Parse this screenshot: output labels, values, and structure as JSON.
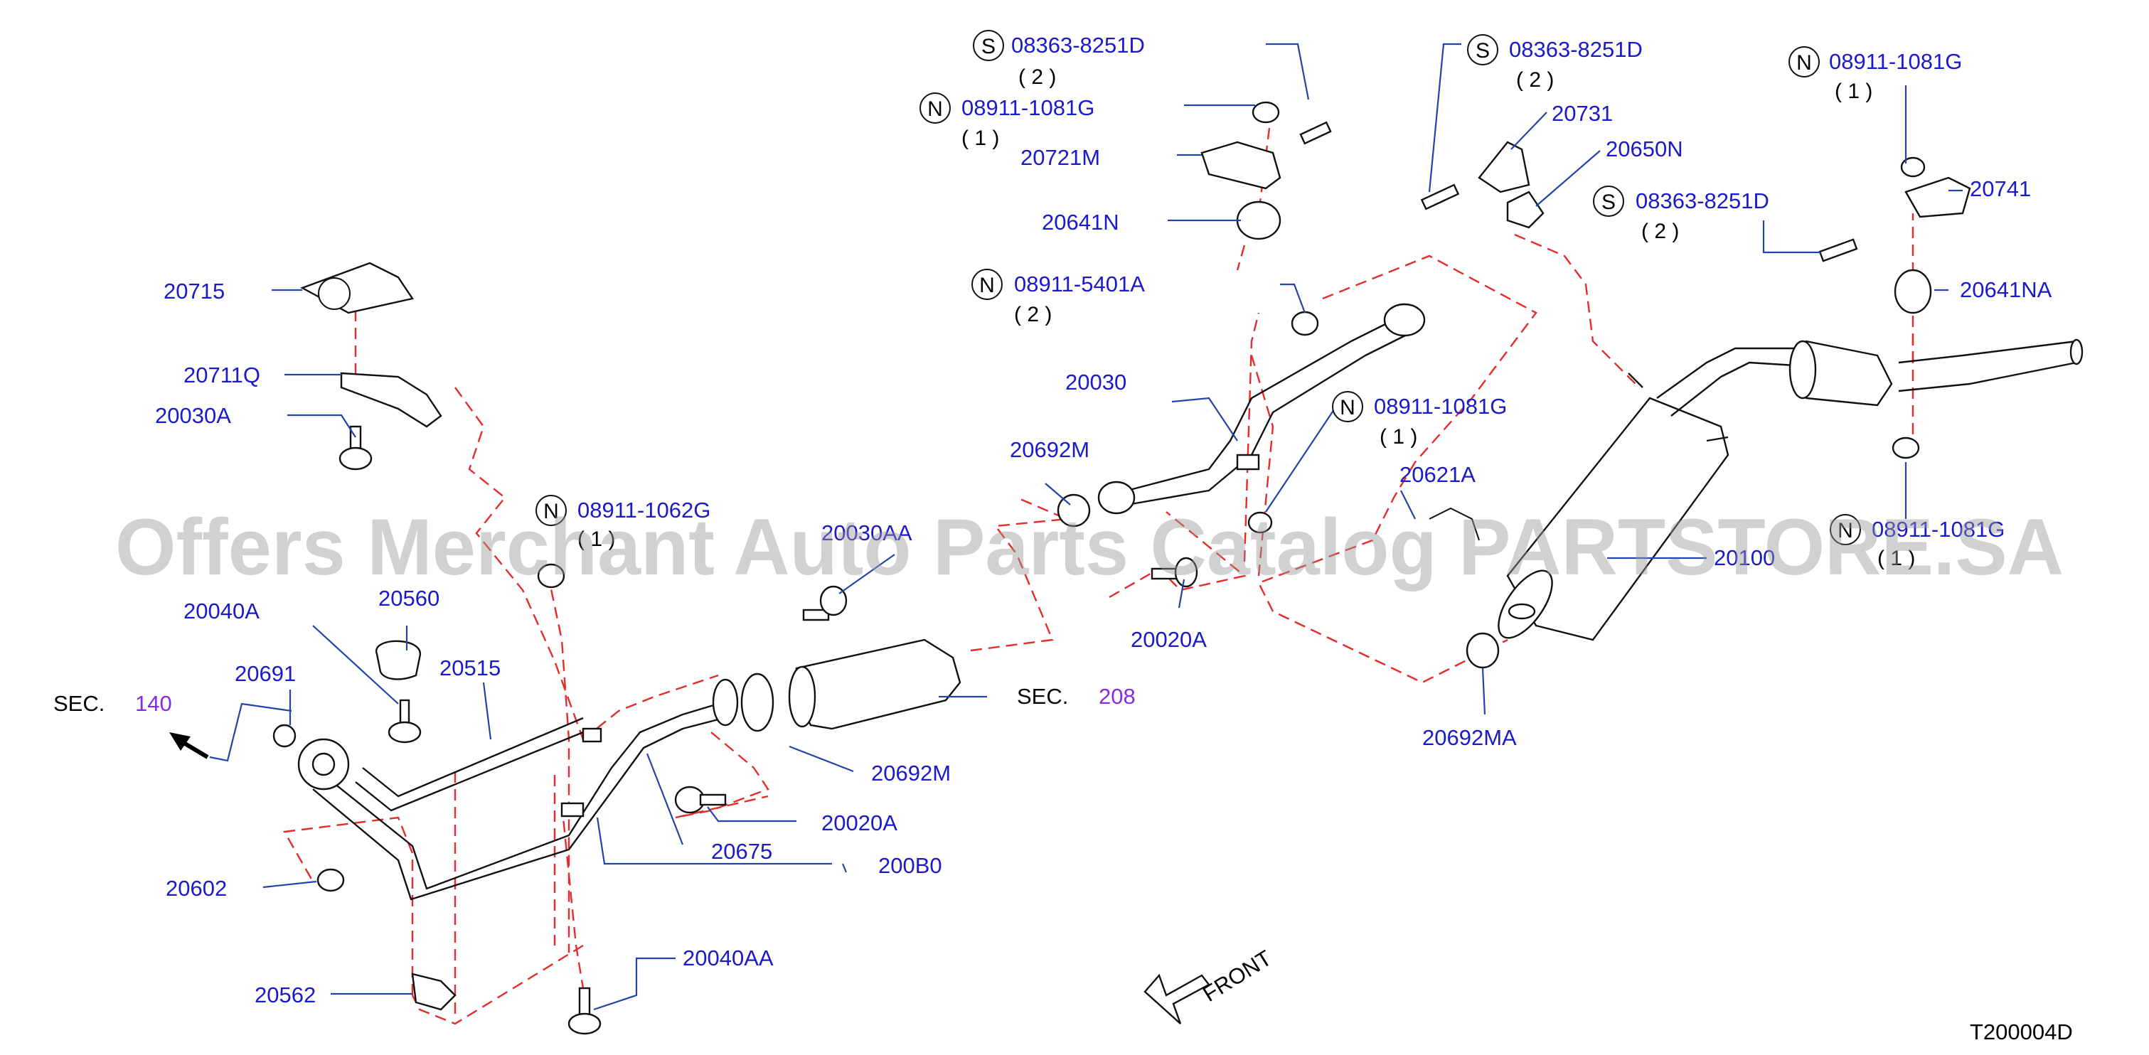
{
  "labels": {
    "p20715": "20715",
    "p20711Q": "20711Q",
    "p20030A": "20030A",
    "p20040A": "20040A",
    "p20560": "20560",
    "p20691": "20691",
    "p20515": "20515",
    "p20602": "20602",
    "p20562": "20562",
    "p20040AA": "20040AA",
    "p20675": "20675",
    "p200B0": "200B0",
    "p20020A_left": "20020A",
    "p20692M_left": "20692M",
    "p20030AA": "20030AA",
    "p20692M_mid": "20692M",
    "p20030": "20030",
    "p20641N": "20641N",
    "p20721M": "20721M",
    "p20020A_mid": "20020A",
    "p20731": "20731",
    "p20650N": "20650N",
    "p20741": "20741",
    "p20641NA": "20641NA",
    "p20621A": "20621A",
    "p20100": "20100",
    "p20692MA": "20692MA",
    "b08363_1": "08363-8251D",
    "b08911_1081_1": "08911-1081G",
    "b08911_5401": "08911-5401A",
    "b08911_1081_2": "08911-1081G",
    "b08911_1062": "08911-1062G",
    "b08363_2": "08363-8251D",
    "b08911_1081_3": "08911-1081G",
    "b08363_3": "08363-8251D",
    "b08911_1081_4": "08911-1081G"
  },
  "quantities": {
    "q2a": "( 2 )",
    "q1a": "( 1 )",
    "q2b": "( 2 )",
    "q1b": "( 1 )",
    "q1c": "( 1 )",
    "q2c": "( 2 )",
    "q1d": "( 1 )",
    "q2d": "( 2 )",
    "q1e": "( 1 )"
  },
  "markers": {
    "S": "S",
    "N": "N"
  },
  "sections": {
    "sec_label": "SEC.",
    "sec140": "140",
    "sec208": "208"
  },
  "front_label": "FRONT",
  "diagram_code": "T200004D",
  "watermark": "Offers Merchant Auto Parts Catalog PARTSTORE.SA",
  "colors": {
    "label_blue": "#1a1acc",
    "leader_blue": "#2244aa",
    "dash_red": "#e52b2b",
    "section_purple": "#8a2be2"
  }
}
